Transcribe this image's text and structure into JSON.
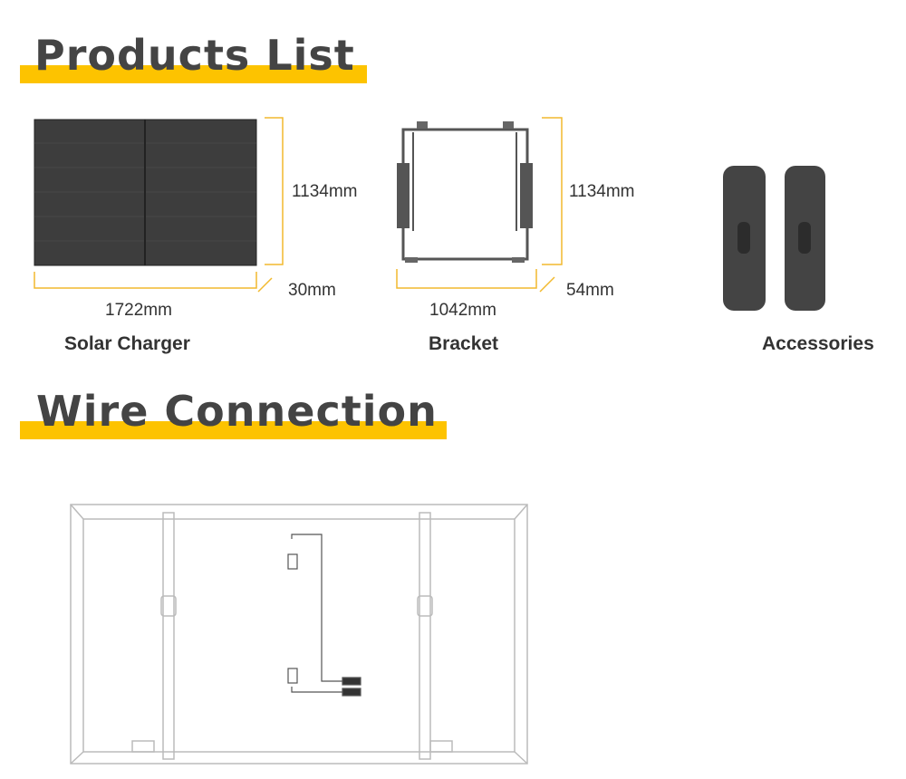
{
  "products_heading": "Products List",
  "wire_heading": "Wire Connection",
  "products": [
    {
      "name": "Solar Charger",
      "height": "1134mm",
      "width": "1722mm",
      "depth": "30mm"
    },
    {
      "name": "Bracket",
      "height": "1134mm",
      "width": "1042mm",
      "depth": "54mm"
    },
    {
      "name": "Accessories"
    }
  ],
  "colors": {
    "accent": "#FDC300",
    "heading_text": "#444444",
    "dimension_line": "#F2B92E"
  }
}
